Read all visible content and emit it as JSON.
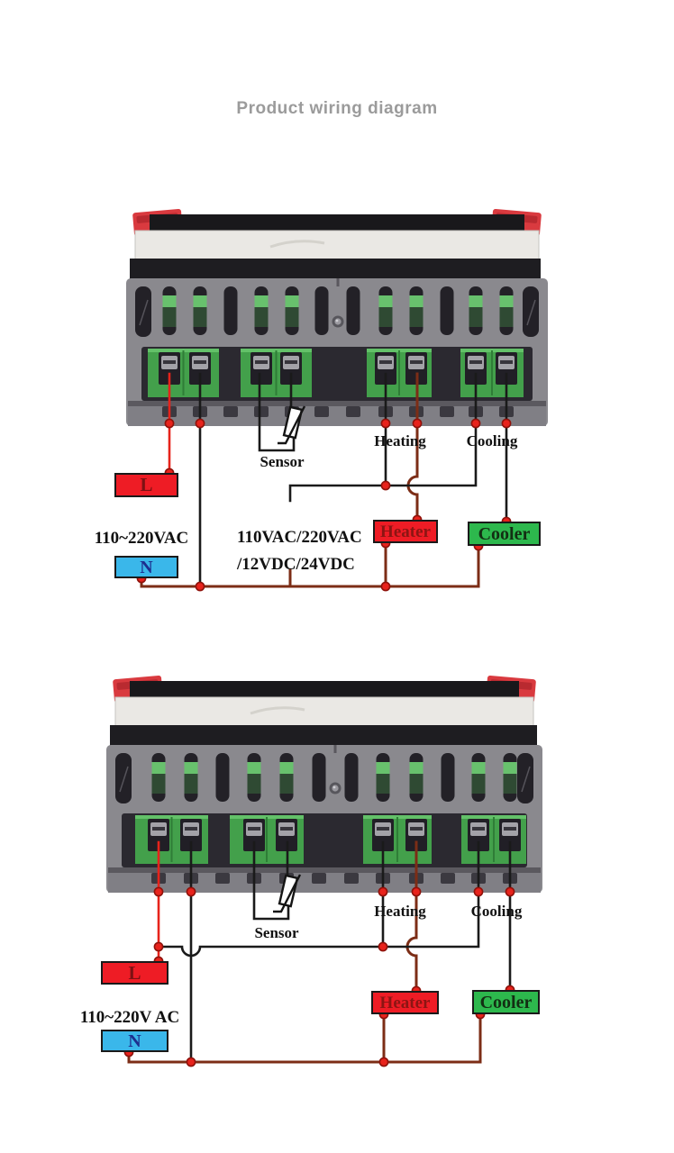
{
  "title": "Product wiring diagram",
  "diagram1": {
    "live_label": "L",
    "neutral_label": "N",
    "mains_supply": "110~220VAC",
    "sensor_label": "Sensor",
    "heating_label": "Heating",
    "cooling_label": "Cooling",
    "heater_label": "Heater",
    "cooler_label": "Cooler",
    "relay_supply_line1": "110VAC/220VAC",
    "relay_supply_line2": "/12VDC/24VDC"
  },
  "diagram2": {
    "live_label": "L",
    "neutral_label": "N",
    "mains_supply": "110~220V AC",
    "sensor_label": "Sensor",
    "heating_label": "Heating",
    "cooling_label": "Cooling",
    "heater_label": "Heater",
    "cooler_label": "Cooler"
  },
  "colors": {
    "live_box": "#ee1c25",
    "neutral_box": "#3ab7ea",
    "heater_box": "#ee1c25",
    "cooler_box": "#2db84d",
    "wire_red": "#e6231b",
    "wire_black": "#1a1a1a",
    "wire_brown": "#7c2d16",
    "junction_dot": "#e8231c",
    "device_case": "#8a898e",
    "terminal_green": "#43a04b",
    "title_text": "#9b9b9b"
  }
}
